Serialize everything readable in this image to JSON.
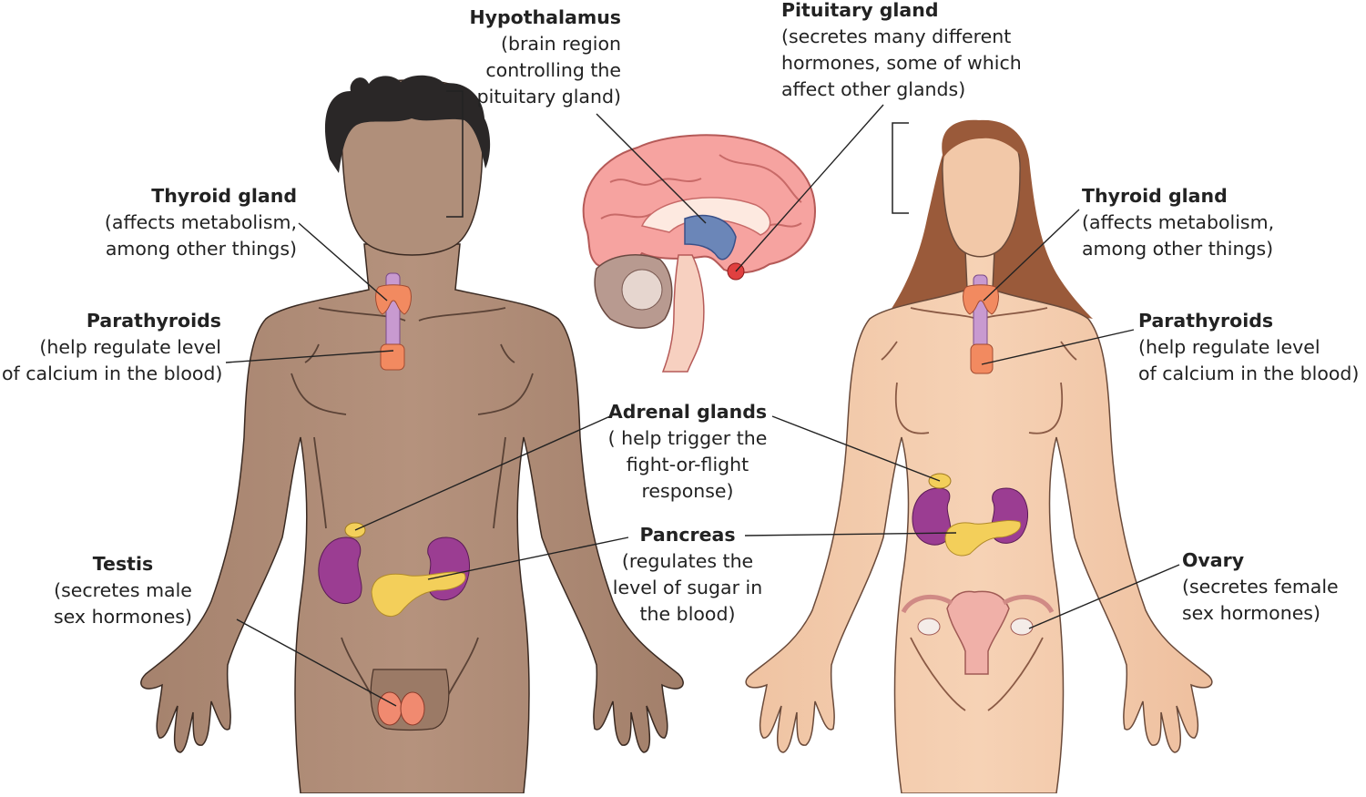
{
  "labels": {
    "hypothalamus": {
      "title": "Hypothalamus",
      "desc": "(brain region\ncontrolling the\npituitary gland)"
    },
    "pituitary": {
      "title": "Pituitary gland",
      "desc": "(secretes many different\nhormones, some of which\naffect other glands)"
    },
    "thyroid_male": {
      "title": "Thyroid gland",
      "desc": "(affects metabolism,\namong other things)"
    },
    "thyroid_female": {
      "title": "Thyroid gland",
      "desc": "(affects metabolism,\namong other things)"
    },
    "parathyroids_male": {
      "title": "Parathyroids",
      "desc": "(help regulate level\nof calcium in the blood)"
    },
    "parathyroids_female": {
      "title": "Parathyroids",
      "desc": "(help regulate level\nof calcium in the blood)"
    },
    "adrenal": {
      "title": "Adrenal glands",
      "desc": "( help trigger the\nfight-or-flight\nresponse)"
    },
    "pancreas": {
      "title": "Pancreas",
      "desc": "(regulates the\nlevel of sugar in\nthe blood)"
    },
    "testis": {
      "title": "Testis",
      "desc": "(secretes male\nsex hormones)"
    },
    "ovary": {
      "title": "Ovary",
      "desc": "(secretes female\nsex hormones)"
    }
  },
  "colors": {
    "male_skin": "#b08f7a",
    "female_skin": "#f2c8a8",
    "male_hair": "#2a2727",
    "female_hair": "#9a5a3a",
    "kidney": "#9b3d92",
    "pancreas": "#f3cf5a",
    "thyroid": "#f28a60",
    "trachea": "#c89ad0",
    "brain": "#f6a3a0",
    "hypothalamus": "#6b86b8",
    "pituitary": "#e04040",
    "uterus": "#f0b0a8",
    "leader_line": "#222222"
  }
}
